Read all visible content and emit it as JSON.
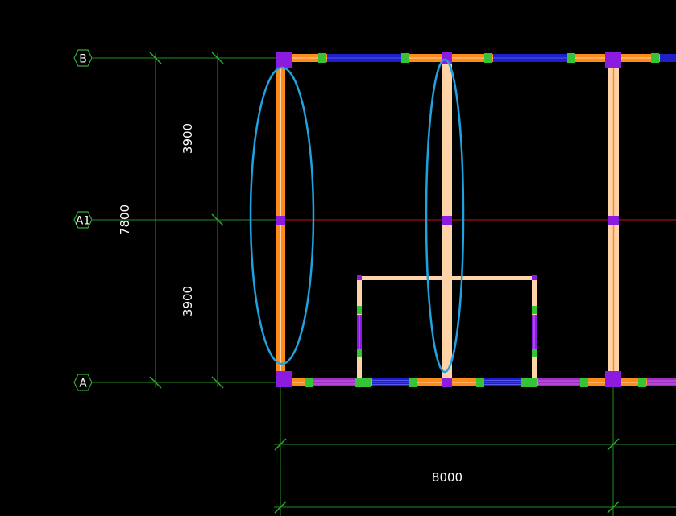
{
  "drawing": {
    "grid_axes": [
      "B",
      "A1",
      "A"
    ],
    "dimensions": {
      "upper_span": "3900",
      "lower_span": "3900",
      "total_height": "7800",
      "bay_width": "8000"
    },
    "colors": {
      "background": "#000000",
      "grid_line": "#1f8f1f",
      "axis_bubble": "#2fae2f",
      "center_line": "#c81414",
      "orange_beam": "#ff8c1a",
      "peach_beam": "#ffd3a8",
      "column": "#8c1be0",
      "green_joint": "#35c435",
      "blue_band": "#2020c8",
      "purple_band": "#a030c0",
      "highlight_ellipse": "#1ea3e0",
      "text": "#ffffff"
    }
  }
}
